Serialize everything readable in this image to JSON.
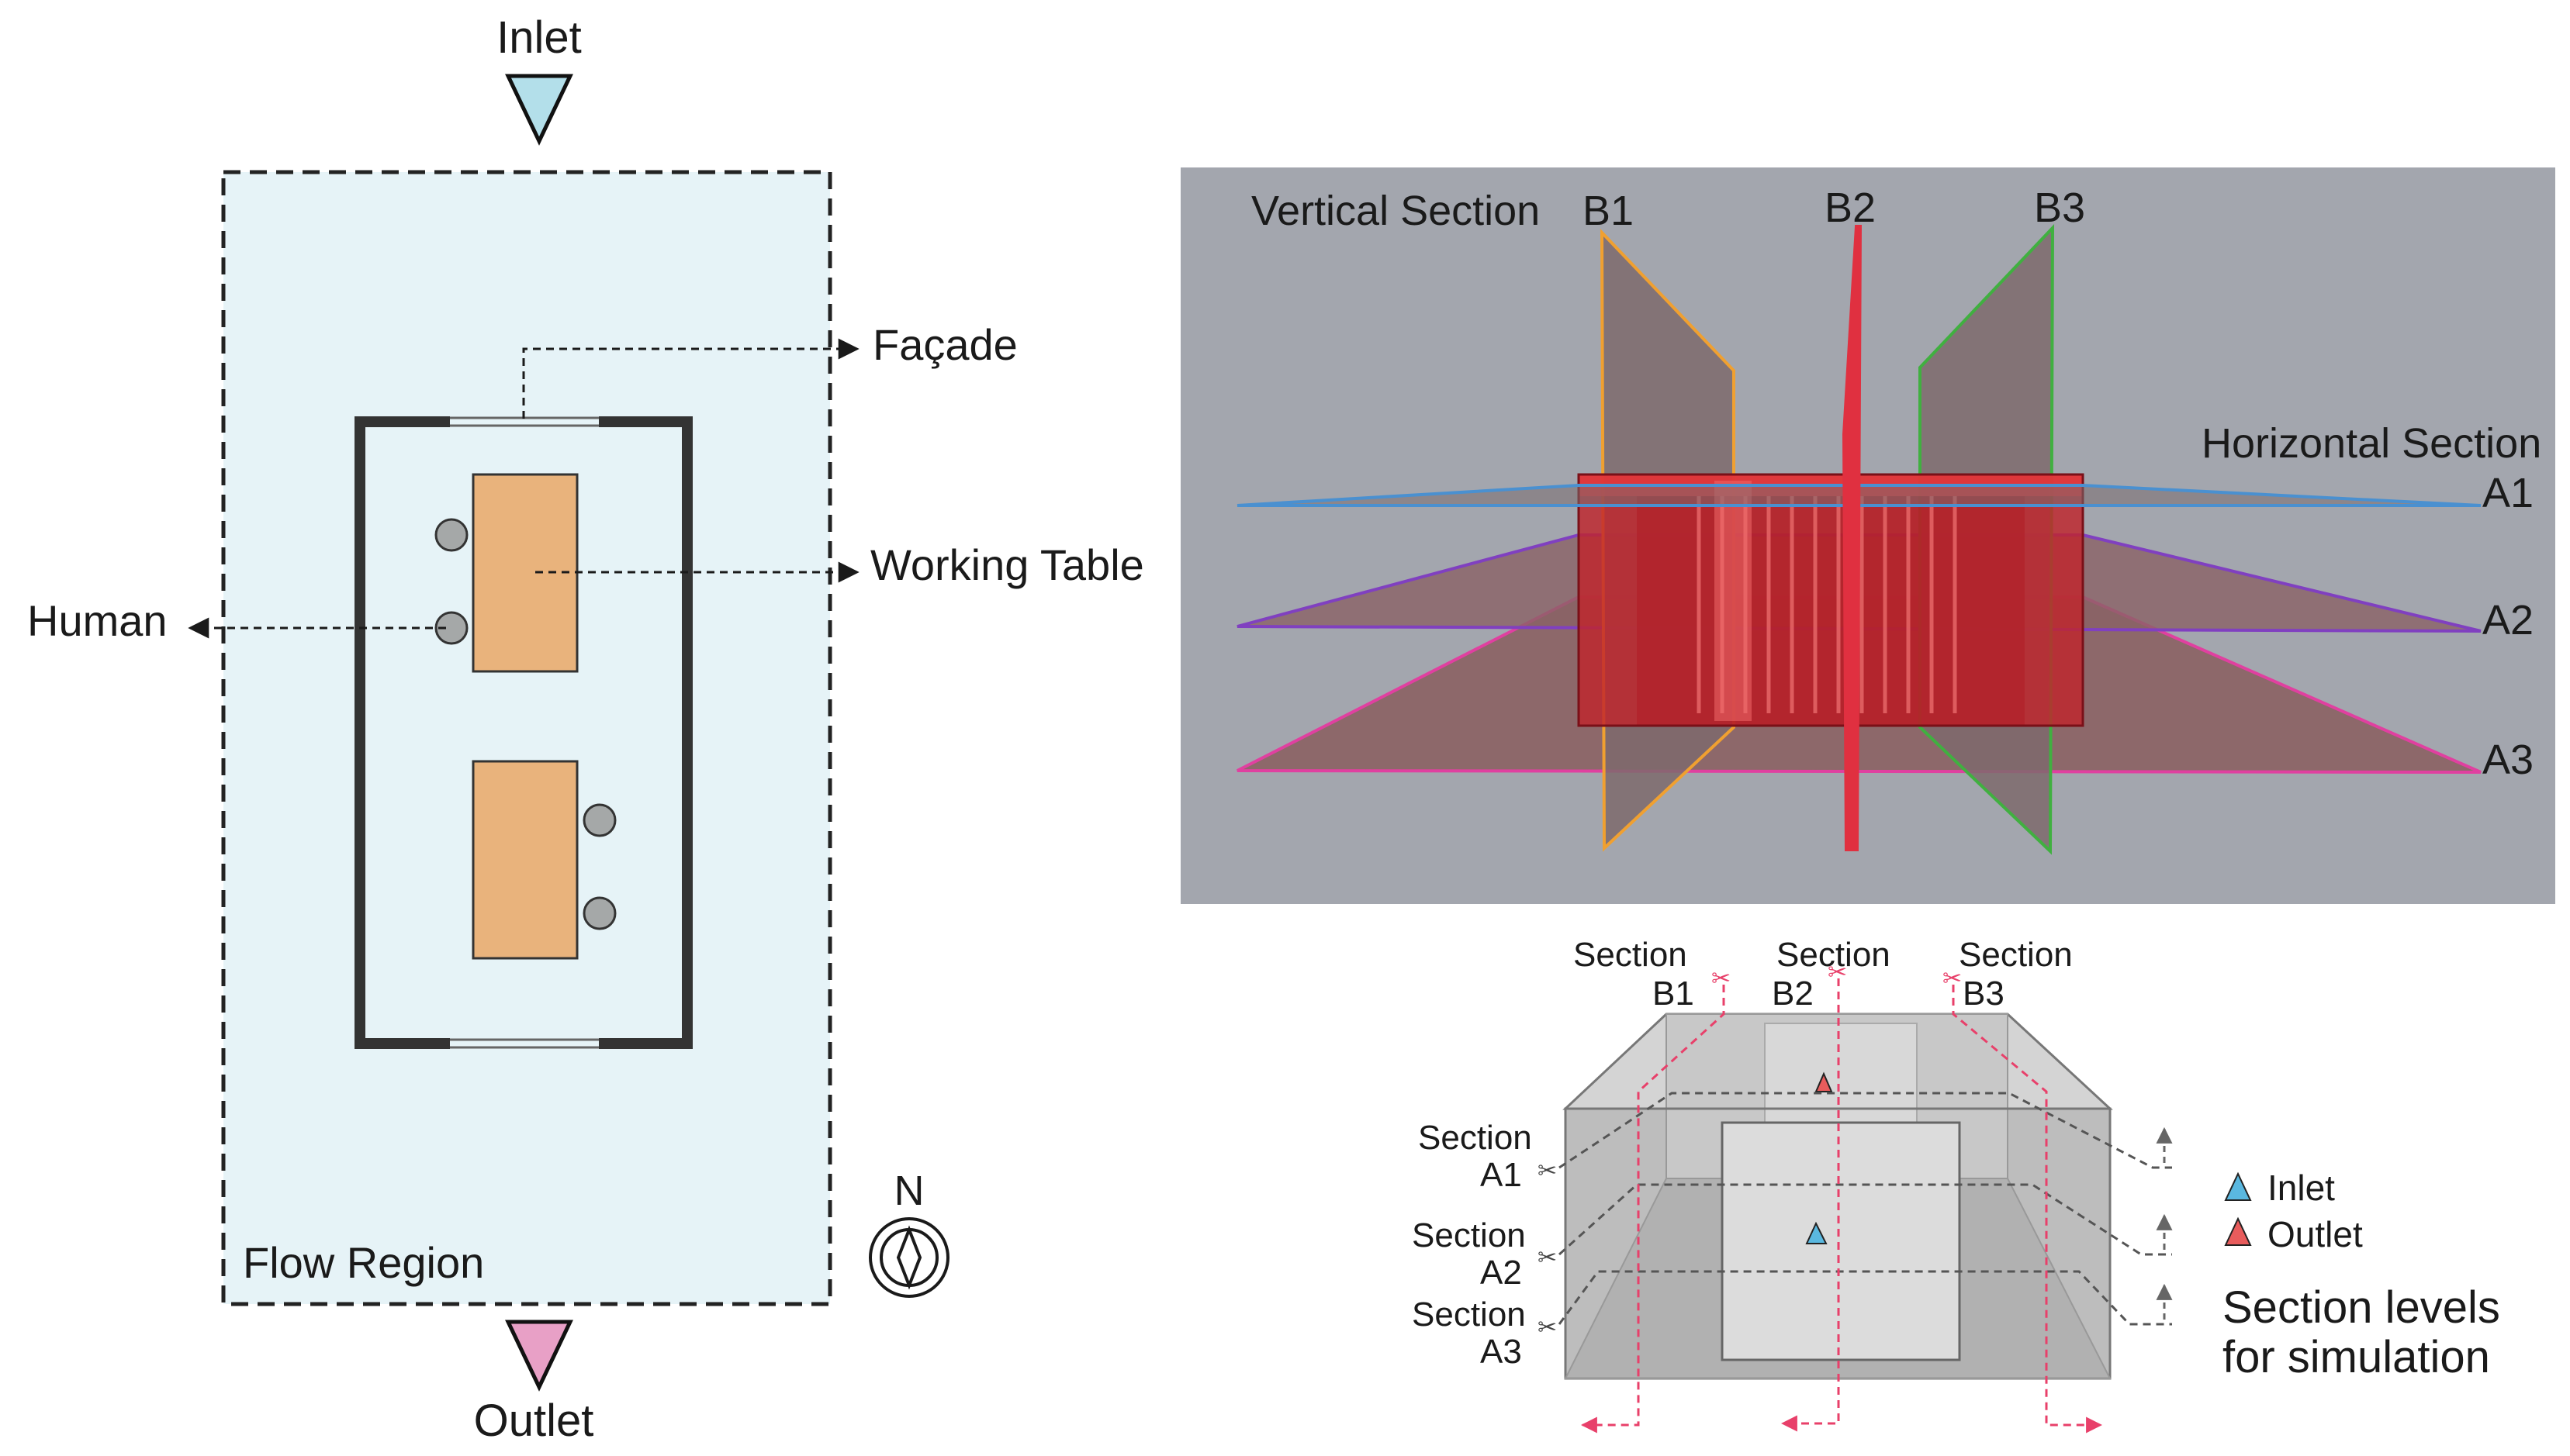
{
  "plan": {
    "inlet_label": "Inlet",
    "outlet_label": "Outlet",
    "facade_label": "Façade",
    "working_table_label": "Working Table",
    "human_label": "Human",
    "flow_region_label": "Flow Region",
    "north_label": "N"
  },
  "render": {
    "vertical_section_label": "Vertical Section",
    "horizontal_section_label": "Horizontal Section",
    "vertical_sections": [
      "B1",
      "B2",
      "B3"
    ],
    "horizontal_sections": [
      "A1",
      "A2",
      "A3"
    ]
  },
  "levels": {
    "section_word": "Section",
    "vertical_sections": [
      "B1",
      "B2",
      "B3"
    ],
    "horizontal_sections": [
      "A1",
      "A2",
      "A3"
    ],
    "legend_inlet": "Inlet",
    "legend_outlet": "Outlet",
    "legend_caption_line1": "Section levels",
    "legend_caption_line2": "for simulation"
  },
  "colors": {
    "inlet": "#b3dfea",
    "outlet": "#e8a0c6",
    "flow_region": "#e6f3f7",
    "table": "#e9b37c",
    "human": "#a5a8a8",
    "render_bg": "#a3a6ae",
    "section_B1": "#f0a030",
    "section_B2": "#e03040",
    "section_B3": "#40b040",
    "section_A1": "#4a90d0",
    "section_A2": "#8040c0",
    "section_A3": "#e040a0",
    "cut_line": "#e8406a",
    "legend_inlet": "#5ab8e0",
    "legend_outlet": "#e85c5c"
  }
}
